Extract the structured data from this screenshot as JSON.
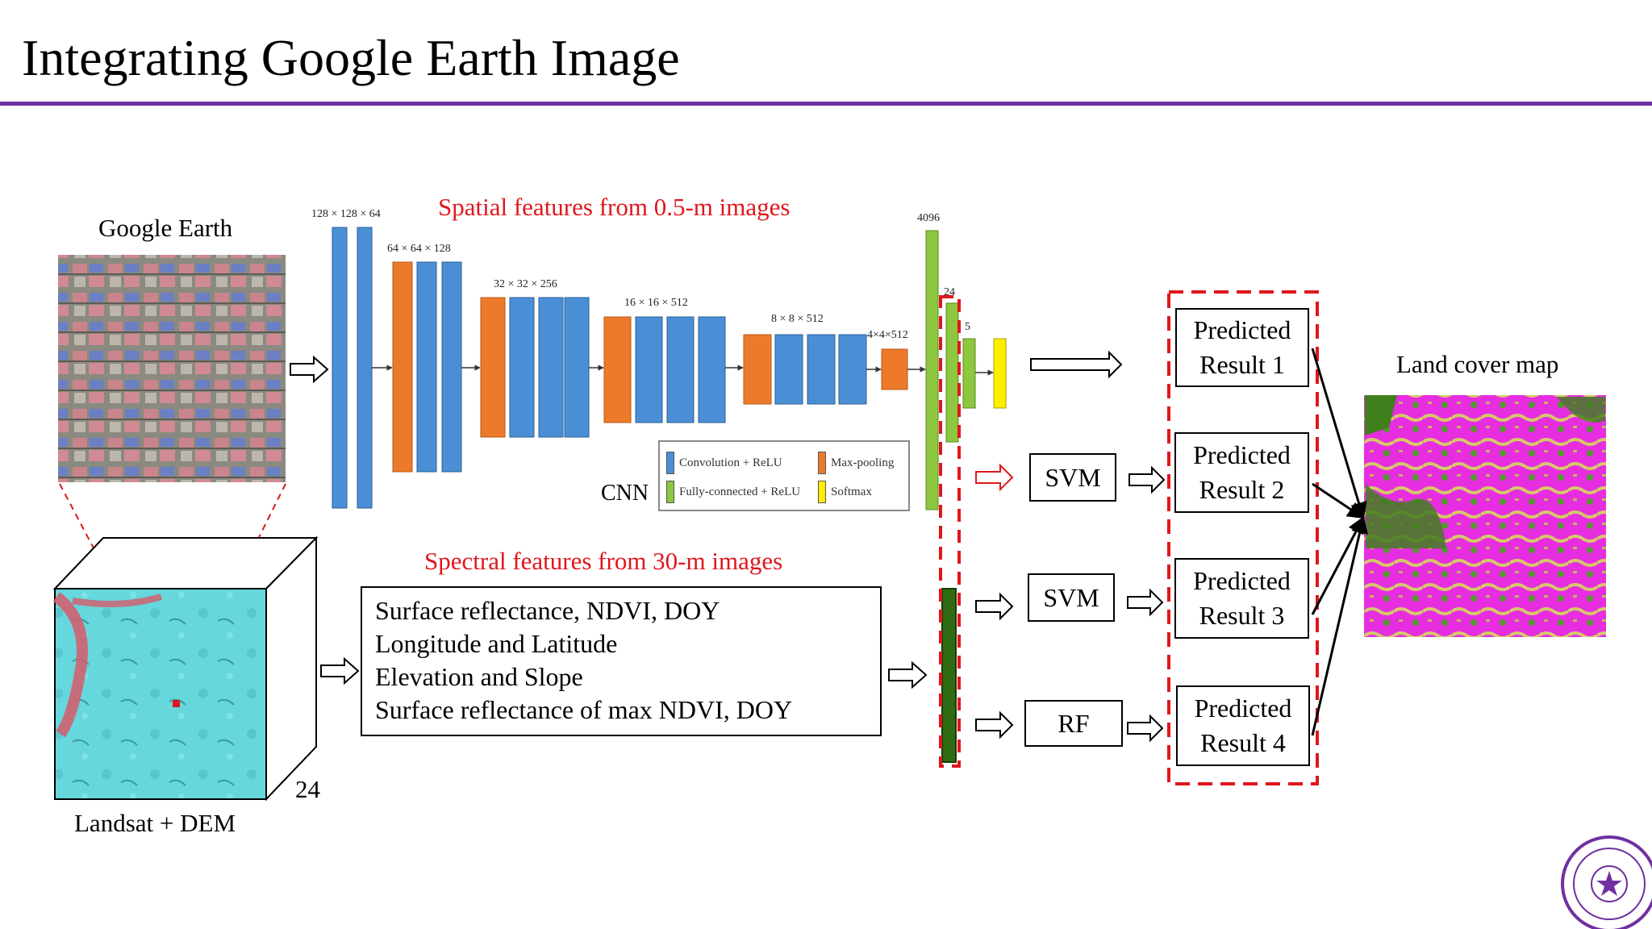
{
  "slide": {
    "title": "Integrating Google Earth Image"
  },
  "inputs": {
    "google_earth_label": "Google Earth",
    "landsat_label": "Landsat + DEM",
    "cube_depth": "24"
  },
  "cnn": {
    "spatial_header": "Spatial features from 0.5-m images",
    "label": "CNN",
    "dims": [
      "128 × 128 × 64",
      "64 × 64 × 128",
      "32 × 32 × 256",
      "16 × 16 × 512",
      "8 × 8 × 512",
      "4×4×512"
    ],
    "fc_dims": [
      "4096",
      "24",
      "5"
    ],
    "legend": {
      "conv": "Convolution + ReLU",
      "maxpool": "Max-pooling",
      "fc": "Fully-connected + ReLU",
      "softmax": "Softmax"
    },
    "colors": {
      "conv": "#4a8fd6",
      "maxpool": "#ec7a2a",
      "fc": "#8dc63f",
      "softmax": "#ffee00"
    }
  },
  "spectral": {
    "header": "Spectral features from 30-m images",
    "lines": [
      "Surface reflectance, NDVI, DOY",
      "Longitude and Latitude",
      "Elevation and Slope",
      "Surface reflectance of max NDVI, DOY"
    ],
    "bar_color": "#2e6b12"
  },
  "classifiers": [
    "SVM",
    "SVM",
    "RF"
  ],
  "results": [
    [
      "Predicted",
      "Result 1"
    ],
    [
      "Predicted",
      "Result 2"
    ],
    [
      "Predicted",
      "Result 3"
    ],
    [
      "Predicted",
      "Result 4"
    ]
  ],
  "output": {
    "label": "Land cover map"
  },
  "colors": {
    "accent_rule": "#7030a0",
    "highlight_red": "#e0161d",
    "landsat_cyan": "#66d7dc",
    "landcover_magenta": "#e62ee0"
  }
}
